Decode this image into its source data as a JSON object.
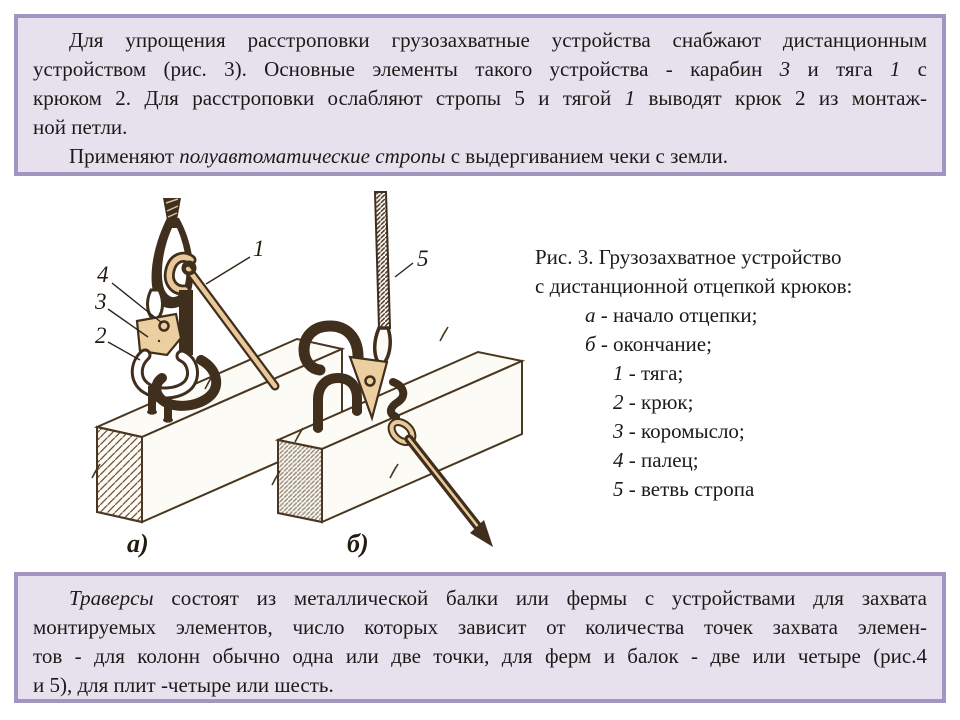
{
  "colors": {
    "block_bg": "#e7e1ee",
    "block_border": "#a295bf",
    "drawing_line": "#402f1c",
    "drawing_tan": "#e9c89a",
    "beam_fill": "#fdfbf5",
    "text": "#1c1a18"
  },
  "top_block": {
    "lines": [
      [
        {
          "t": "Для упрощения расстроповки грузозахватные устройства снабжают дистанционным"
        }
      ],
      [
        {
          "t": "устройством (рис. 3). Основные элементы такого устройства - карабин "
        },
        {
          "t": "3",
          "i": true
        },
        {
          "t": " и тяга "
        },
        {
          "t": "1",
          "i": true
        },
        {
          "t": " с"
        }
      ],
      [
        {
          "t": "крюком 2. Для расстроповки ослабляют стропы 5 и тягой "
        },
        {
          "t": "1",
          "i": true
        },
        {
          "t": " выводят крюк 2 из монтаж-"
        }
      ],
      [
        {
          "t": "ной петли."
        }
      ],
      [
        {
          "t": "Применяют "
        },
        {
          "t": "полуавтоматические стропы",
          "i": true
        },
        {
          "t": " с выдергиванием чеки с земли."
        }
      ]
    ]
  },
  "caption": {
    "lines": [
      [
        {
          "t": "Рис. 3. Грузозахватное устройство"
        }
      ],
      [
        {
          "t": "с дистанционной отцепкой крюков:"
        }
      ],
      [
        {
          "t": "а",
          "i": true
        },
        {
          "t": " - начало отцепки;"
        }
      ],
      [
        {
          "t": "б",
          "i": true
        },
        {
          "t": " - окончание;"
        }
      ],
      [
        {
          "t": "1",
          "i": true
        },
        {
          "t": " - тяга;"
        }
      ],
      [
        {
          "t": "2",
          "i": true
        },
        {
          "t": " - крюк;"
        }
      ],
      [
        {
          "t": "3",
          "i": true
        },
        {
          "t": " - коромысло;"
        }
      ],
      [
        {
          "t": "4",
          "i": true
        },
        {
          "t": " - палец;"
        }
      ],
      [
        {
          "t": "5",
          "i": true
        },
        {
          "t": " - ветвь стропа"
        }
      ]
    ]
  },
  "figure": {
    "labels": {
      "n1": "1",
      "n2": "2",
      "n3": "3",
      "n4": "4",
      "n5": "5",
      "a": "а)",
      "b": "б)"
    }
  },
  "bottom_block": {
    "lines": [
      [
        {
          "t": "Траверсы",
          "i": true
        },
        {
          "t": " состоят из металлической балки или фермы с устройствами для захвата"
        }
      ],
      [
        {
          "t": "монтируемых элементов, число которых зависит от количества точек захвата элемен-"
        }
      ],
      [
        {
          "t": "тов - для колонн обычно одна или две точки, для ферм и балок - две или четыре (рис.4"
        }
      ],
      [
        {
          "t": "и 5), для плит -четыре или шесть."
        }
      ]
    ]
  }
}
